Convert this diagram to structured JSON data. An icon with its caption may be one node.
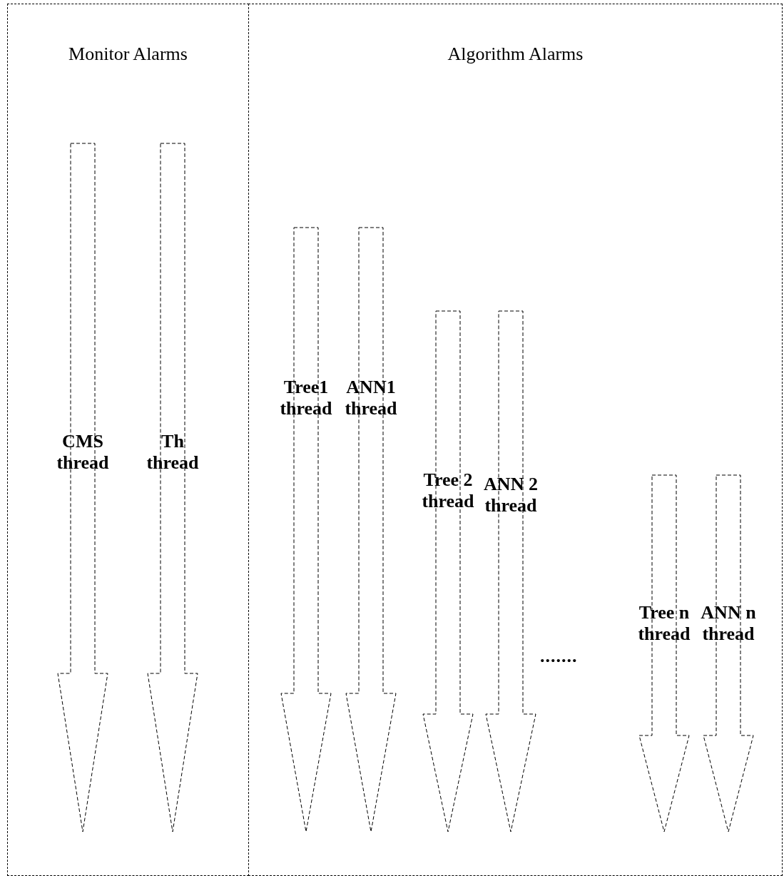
{
  "diagram": {
    "nodes": [
      {
        "text": [
          "Monitor Alarms"
        ]
      },
      {
        "text": [
          "Algorithm Alarms"
        ]
      },
      {
        "text": [
          "CMS thread"
        ],
        "in": 0
      },
      {
        "text": [
          "Th thread"
        ],
        "in": 0
      },
      {
        "text": [
          "Tree1 thread"
        ],
        "in": 1
      },
      {
        "text": [
          "ANN1 thread"
        ],
        "in": 1
      },
      {
        "text": [
          "Tree 2 thread"
        ],
        "in": 1
      },
      {
        "text": [
          "ANN 2 thread"
        ],
        "in": 1
      },
      {
        "text": [
          "Tree n thread"
        ],
        "in": 1
      },
      {
        "text": [
          "ANN n thread"
        ],
        "in": 1
      }
    ],
    "edges": [],
    "labels": [
      "......."
    ]
  }
}
